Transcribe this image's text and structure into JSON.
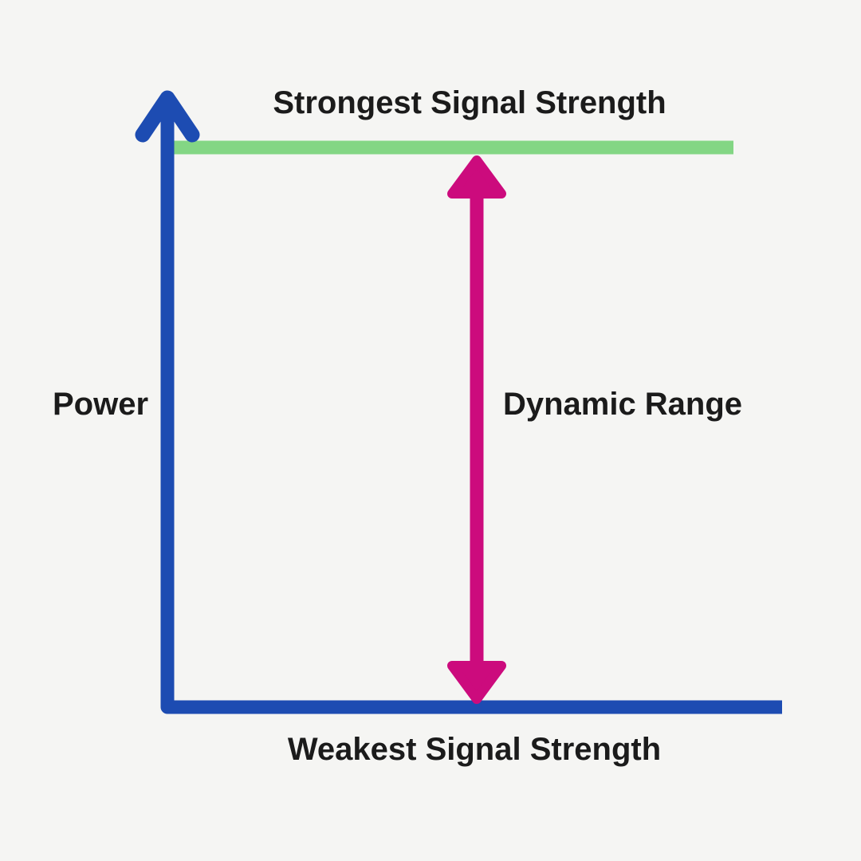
{
  "diagram": {
    "strongest_label": "Strongest Signal Strength",
    "weakest_label": "Weakest Signal Strength",
    "power_axis_label": "Power",
    "dynamic_range_label": "Dynamic Range"
  },
  "colors": {
    "background": "#f5f5f3",
    "axis_blue": "#1d4cb2",
    "strongest_green": "#83d684",
    "range_magenta": "#cc0b7d",
    "text": "#1b1b1b"
  }
}
